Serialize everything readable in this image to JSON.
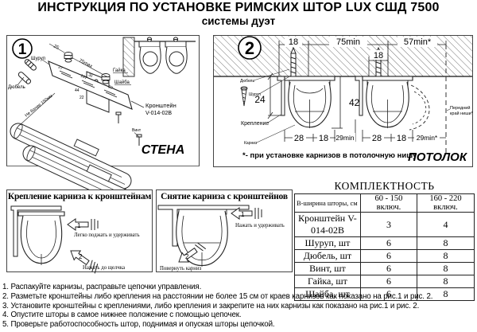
{
  "page": {
    "title": "ИНСТРУКЦИЯ ПО УСТАНОВКЕ РИМСКИХ ШТОР LUX СШД 7500",
    "subtitle": "системы дуэт"
  },
  "panel1": {
    "number": "1",
    "caption": "СТЕНА",
    "labels": {
      "shurup": "Шуруп",
      "dyubel": "Дюбель",
      "gaika": "Гайка",
      "shaiba": "Шайба",
      "kronshtein1": "Кронштейн",
      "kronshtein2": "V-014-02В",
      "vint": "Винт"
    },
    "dims": {
      "d25": "25",
      "d75max": "75max",
      "d27a": "27",
      "d107": "107",
      "d27b": "27",
      "d44": "44",
      "d22": "22",
      "d30": "30",
      "not_more": "Не более 150мм"
    }
  },
  "panel2": {
    "number": "2",
    "caption": "ПОТОЛОК",
    "footnote": "*- при установке карнизов в потолочную нишу",
    "labels": {
      "dyubel": "Дюбель",
      "shurup": "Шуруп",
      "kreplenie": "Крепление",
      "karniz": "Карниз",
      "niche1": "Передний",
      "niche2": "край ниши*"
    },
    "dims": {
      "top18a": "18",
      "top75": "75min",
      "top18b": "18",
      "top57": "57min*",
      "left24": "24",
      "h42": "42",
      "b28a": "28",
      "b18a": "18",
      "b29a": "29min",
      "b28b": "28",
      "b18b": "18",
      "b29b": "29min*"
    }
  },
  "panel3": {
    "title": "Крепление карниза к кронштейнам",
    "step1_num": "1",
    "step1_text": "Легко поджать и удерживать",
    "step2_num": "2",
    "step2_text": "Нажать до щелчка"
  },
  "panel4": {
    "title": "Снятие карниза с кронштейнов",
    "step1_num": "1",
    "step1_text": "Нажать и удерживать",
    "step2_num": "2",
    "step2_text": "Повернуть карниз"
  },
  "kit_table": {
    "title": "КОМПЛЕКТНОСТЬ",
    "headers": [
      "В-ширина шторы, см",
      "60 - 150 включ.",
      "160 - 220 включ."
    ],
    "rows": [
      {
        "name": "Кронштейн V-014-02В",
        "v1": "3",
        "v2": "4"
      },
      {
        "name": "Шуруп, шт",
        "v1": "6",
        "v2": "8"
      },
      {
        "name": "Дюбель, шт",
        "v1": "6",
        "v2": "8"
      },
      {
        "name": "Винт, шт",
        "v1": "6",
        "v2": "8"
      },
      {
        "name": "Гайка, шт",
        "v1": "6",
        "v2": "8"
      },
      {
        "name": "Шайба, шт",
        "v1": "6",
        "v2": "8"
      }
    ]
  },
  "instructions": [
    "1. Распакуйте карнизы, расправьте цепочки управления.",
    "2. Разметьте кронштейны либо крепления на расстоянии не более 15 см от краев карнизов как показано на рис.1 и рис. 2.",
    "3. Установите кронштейны с креплениями, либо крепления и закрепите на них карнизы как показано на рис.1 и рис. 2.",
    "4. Опустите шторы в самое нижнее положение с помощью цепочек.",
    "5. Проверьте работоспособность штор, поднимая и опуская шторы цепочкой."
  ]
}
